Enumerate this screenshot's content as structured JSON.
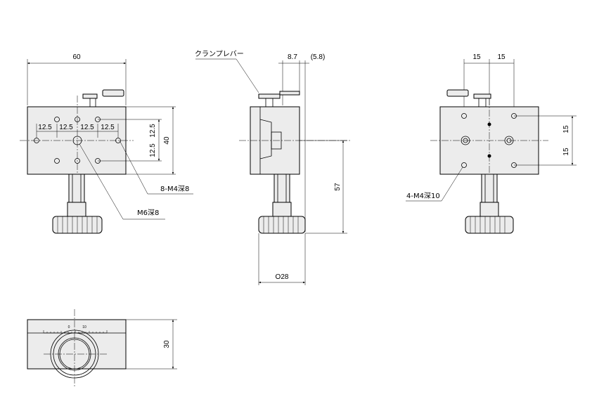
{
  "front_view": {
    "width_dim": "60",
    "height_dim": "40",
    "pitch_h": [
      "12.5",
      "12.5",
      "12.5",
      "12.5"
    ],
    "pitch_v": [
      "12.5",
      "12.5"
    ],
    "callout_holes": "8-M4深8",
    "callout_center": "M6深8"
  },
  "side_view": {
    "lever_label": "クランプレバー",
    "dim_a": "8.7",
    "dim_b": "(5.8)",
    "height_dim": "57",
    "diameter_dim": "O28"
  },
  "back_view": {
    "pitch_top": [
      "15",
      "15"
    ],
    "pitch_side": [
      "15",
      "15"
    ],
    "callout_holes": "4-M4深10"
  },
  "top_view": {
    "depth_dim": "30",
    "scale_labels": [
      "0",
      "10"
    ]
  }
}
